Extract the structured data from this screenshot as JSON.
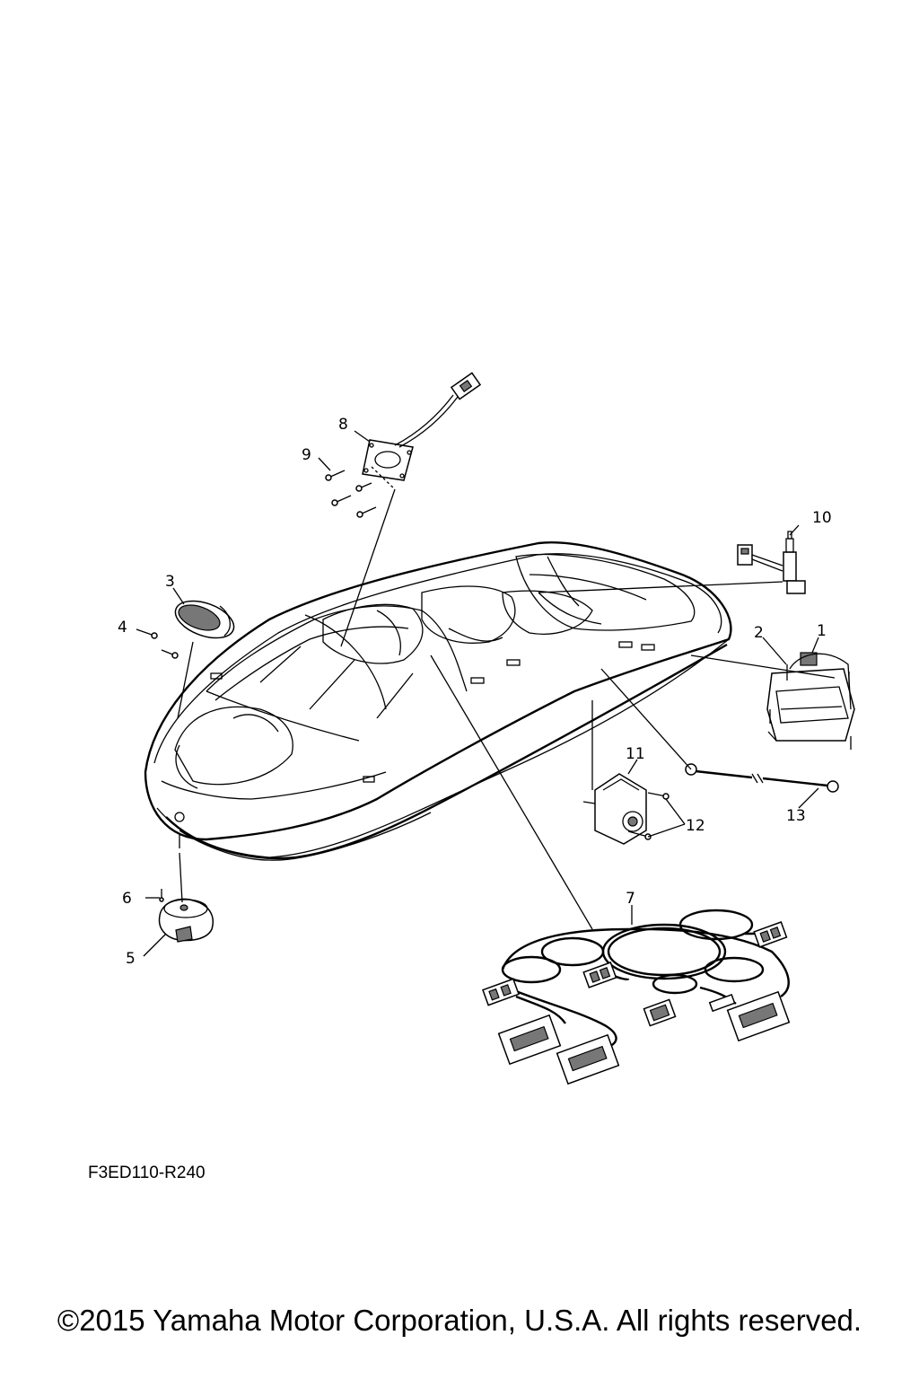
{
  "diagram": {
    "callouts": [
      "1",
      "2",
      "3",
      "4",
      "5",
      "6",
      "7",
      "8",
      "9",
      "10",
      "11",
      "12",
      "13"
    ],
    "code": "F3ED110-R240"
  },
  "footer": {
    "copyright": "©2015 Yamaha Motor Corporation, U.S.A. All rights reserved."
  }
}
